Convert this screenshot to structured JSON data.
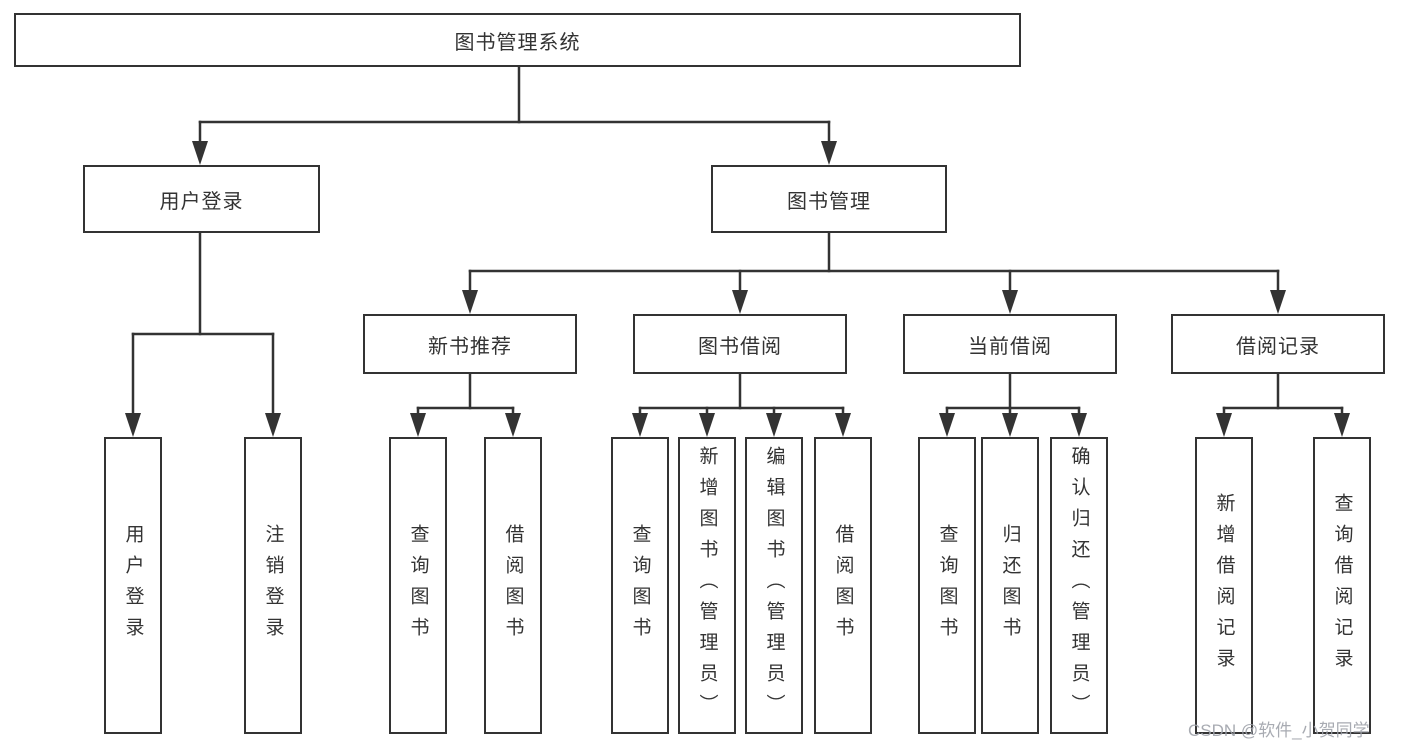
{
  "diagram": {
    "colors": {
      "stroke": "#333333",
      "text": "#333333",
      "background": "#ffffff",
      "watermark_color": "#9ea2aa"
    },
    "watermark": "CSDN @软件_小贺同学",
    "tree": {
      "root": {
        "label": "图书管理系统"
      },
      "level1": [
        {
          "label": "用户登录",
          "children": [
            {
              "label": "用户登录"
            },
            {
              "label": "注销登录"
            }
          ]
        },
        {
          "label": "图书管理",
          "children": [
            {
              "label": "新书推荐",
              "children": [
                {
                  "label": "查询图书"
                },
                {
                  "label": "借阅图书"
                }
              ]
            },
            {
              "label": "图书借阅",
              "children": [
                {
                  "label": "查询图书"
                },
                {
                  "label": "新增图书（管理员）"
                },
                {
                  "label": "编辑图书（管理员）"
                },
                {
                  "label": "借阅图书"
                }
              ]
            },
            {
              "label": "当前借阅",
              "children": [
                {
                  "label": "查询图书"
                },
                {
                  "label": "归还图书"
                },
                {
                  "label": "确认归还（管理员）"
                }
              ]
            },
            {
              "label": "借阅记录",
              "children": [
                {
                  "label": "新增借阅记录"
                },
                {
                  "label": "查询借阅记录"
                }
              ]
            }
          ]
        }
      ]
    }
  }
}
